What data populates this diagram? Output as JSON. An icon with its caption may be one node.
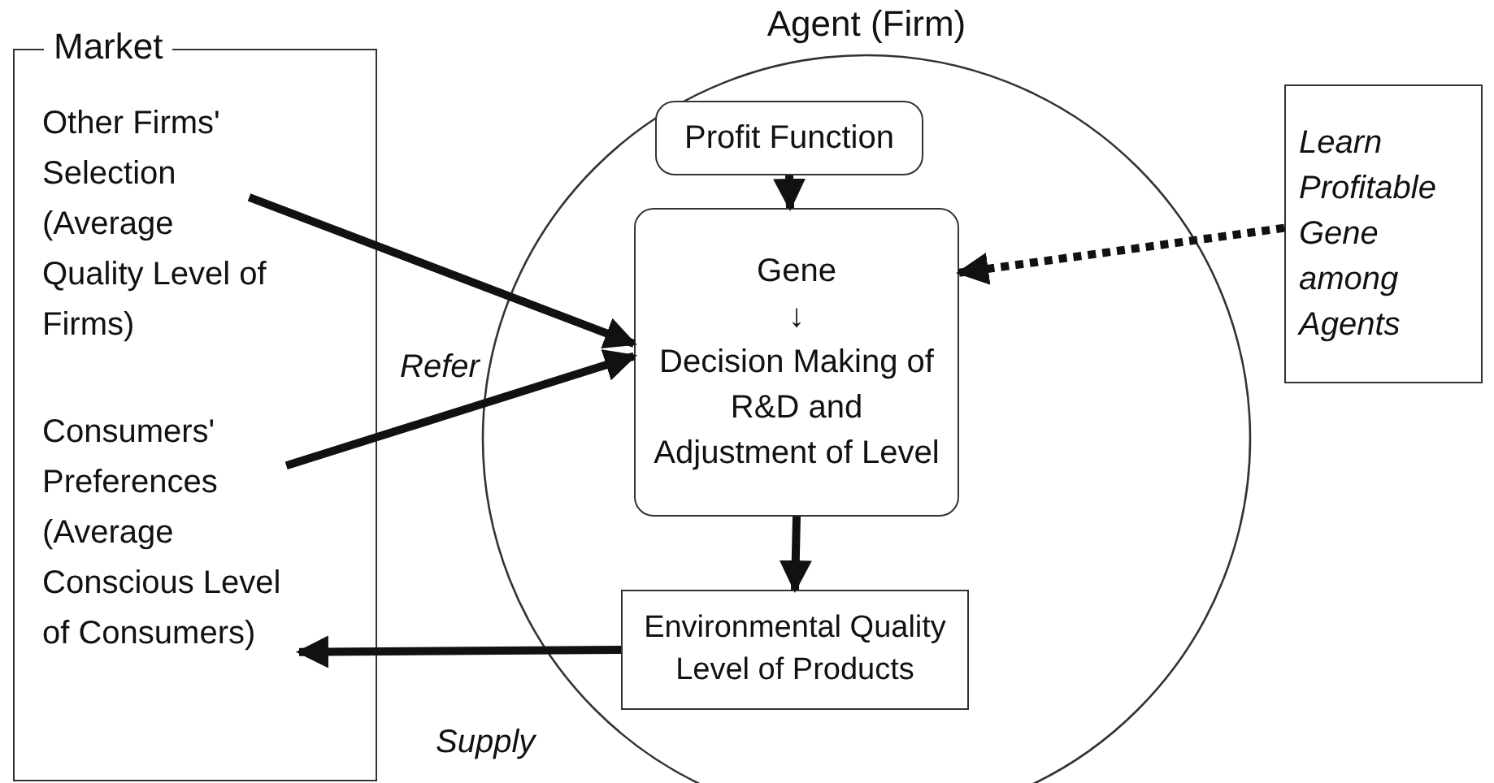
{
  "diagram": {
    "nodes": [
      {
        "text": [
          "Market"
        ]
      },
      {
        "text": [
          "Other Firms' Selection (Average Quality Level of Firms)"
        ],
        "in": 0
      },
      {
        "text": [
          "Consumers' Preferences (Average Conscious Level of Consumers)"
        ],
        "in": 0
      },
      {
        "text": [
          "Agent (Firm)"
        ]
      },
      {
        "text": [
          "Profit Function"
        ],
        "in": 3
      },
      {
        "text": [
          "Gene",
          "↓",
          "Decision Making of R&D and Adjustment of Level"
        ],
        "in": 3
      },
      {
        "text": [
          "Environmental Quality Level of Products"
        ],
        "in": 3
      },
      {
        "text": [
          "Learn Profitable Gene among Agents"
        ]
      }
    ],
    "edges": [
      {
        "from": 1,
        "to": 5,
        "arrow": "to",
        "label": "Refer"
      },
      {
        "from": 2,
        "to": 5,
        "arrow": "to"
      },
      {
        "from": 4,
        "to": 5,
        "arrow": "to"
      },
      {
        "from": 5,
        "to": 6,
        "arrow": "to"
      },
      {
        "from": 6,
        "to": 2,
        "arrow": "to",
        "label": "Supply"
      },
      {
        "from": 7,
        "to": 5,
        "arrow": "to",
        "style": "dashed"
      }
    ]
  }
}
